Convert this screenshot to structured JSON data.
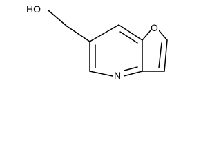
{
  "molecule": {
    "atoms": {
      "hydroxyl": "HO",
      "furan_oxygen": "O",
      "pyridine_nitrogen": "N"
    }
  },
  "colors": {
    "bond": "#000000",
    "label": "#000000",
    "background": "#ffffff"
  }
}
